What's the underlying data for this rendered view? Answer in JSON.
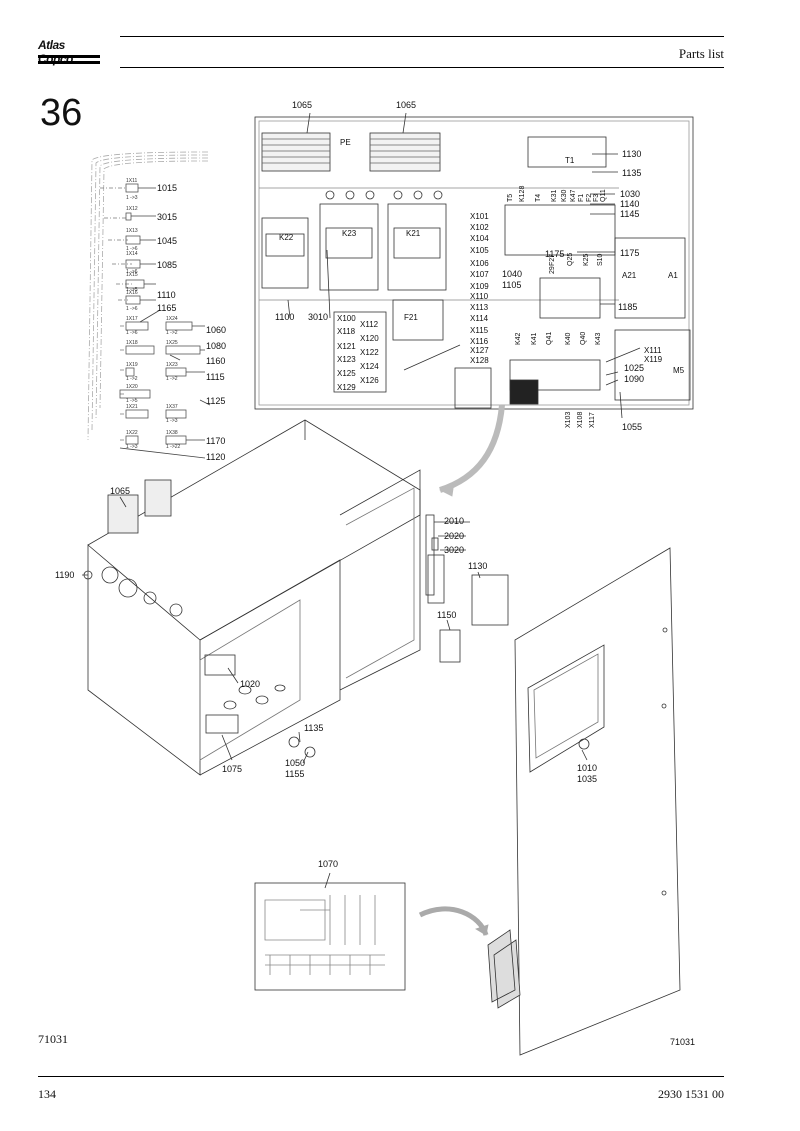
{
  "header": {
    "brand": "Atlas Copco",
    "section_title": "Parts list"
  },
  "page_index": "36",
  "cable_legend": {
    "connectors": [
      "1X11",
      "1X12",
      "1X13",
      "1X14",
      "1X15",
      "1X16",
      "1X17",
      "1X24",
      "1X18",
      "1X25",
      "1X19",
      "1X23",
      "1X20",
      "1X21",
      "1X37",
      "1X22",
      "1X38"
    ],
    "sub_labels": [
      "1 ->3",
      "1 ->6",
      "1 ->6",
      "1 ->6",
      "1 ->5",
      "1 ->6",
      "1 ->2",
      "1 ->2",
      "1 ->2",
      "1 ->5",
      "1 ->3",
      "1 ->3",
      "1 ->22"
    ]
  },
  "panel_labels": {
    "contactors": [
      "K22",
      "K23",
      "K21"
    ],
    "pe": "PE",
    "t1": "T1",
    "f21": "F21",
    "a21": "A21",
    "a1": "A1",
    "m5": "M5",
    "top_row": [
      "T5",
      "K128",
      "T4",
      "K31",
      "K30",
      "K47",
      "F1",
      "F2",
      "F3",
      "Q11"
    ],
    "mid_row": [
      "F27",
      "29",
      "Q25",
      "K25",
      "S10"
    ],
    "k_row": [
      "K42",
      "K41",
      "Q41",
      "K40",
      "Q40",
      "K43"
    ],
    "x_col_right": [
      "X101",
      "X102",
      "X104",
      "X105",
      "X106",
      "X107",
      "X109",
      "X110",
      "X113",
      "X114",
      "X115",
      "X116",
      "X127",
      "X128"
    ],
    "x_box_left": [
      "X100",
      "X118",
      "X121",
      "X123",
      "X125",
      "X129"
    ],
    "x_box_right": [
      "X112",
      "X120",
      "X122",
      "X124",
      "X126"
    ],
    "x_bottom": [
      "X103",
      "X108",
      "X117"
    ],
    "x_pair": [
      "X111",
      "X119"
    ]
  },
  "callouts": {
    "c1065a": "1065",
    "c1065b": "1065",
    "c1130": "1130",
    "c1135": "1135",
    "c1030": "1030",
    "c1140": "1140",
    "c1145": "1145",
    "c1175a": "1175",
    "c1175b": "1175",
    "c1040": "1040",
    "c1105": "1105",
    "c1185": "1185",
    "c1100": "1100",
    "c3010": "3010",
    "c1025": "1025",
    "c1090": "1090",
    "c1055": "1055",
    "c1015": "1015",
    "c3015": "3015",
    "c1045": "1045",
    "c1085": "1085",
    "c1110": "1110",
    "c1165": "1165",
    "c1060": "1060",
    "c1080": "1080",
    "c1160": "1160",
    "c1115": "1115",
    "c1125": "1125",
    "c1170": "1170",
    "c1120": "1120",
    "c1065c": "1065",
    "c1190": "1190",
    "c2010": "2010",
    "c2020": "2020",
    "c3020": "3020",
    "c1130b": "1130",
    "c1150": "1150",
    "c1020": "1020",
    "c1135b": "1135",
    "c1050": "1050",
    "c1155": "1155",
    "c1075": "1075",
    "c1010": "1010",
    "c1035": "1035",
    "c1070": "1070"
  },
  "figure_id": "71031",
  "footer": {
    "page_number": "134",
    "part_number": "2930 1531 00"
  }
}
